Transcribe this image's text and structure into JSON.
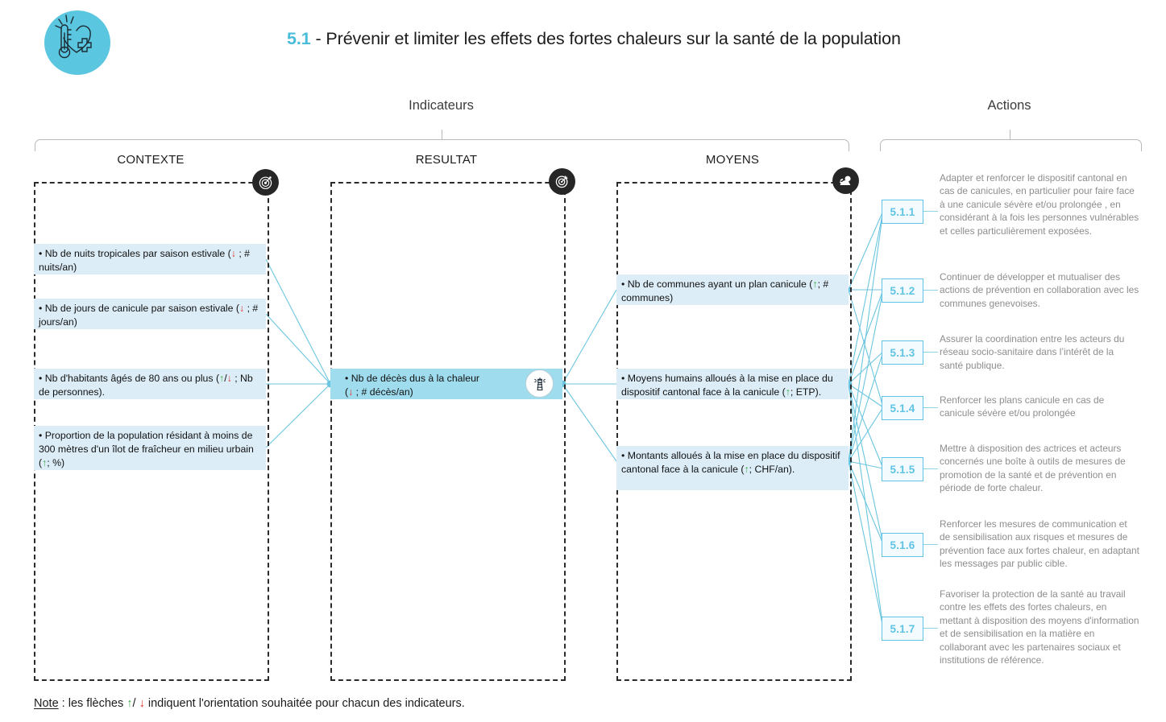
{
  "header": {
    "title_number": "5.1",
    "title_rest": " - Prévenir et limiter les effets des fortes chaleurs sur la santé de la population",
    "logo_icon": "thermometer-heart-sun-icon"
  },
  "groups": {
    "indicateurs_label": "Indicateurs",
    "actions_label": "Actions"
  },
  "columns": [
    {
      "key": "contexte",
      "title": "CONTEXTE",
      "icon": "radar-target-icon",
      "cells": [
        {
          "text": "• Nb de nuits tropicales par saison estivale (↓ ; # nuits/an)",
          "arrow": "down"
        },
        {
          "text": "• Nb de jours de canicule par saison estivale (↓ ; # jours/an)",
          "arrow": "down"
        },
        {
          "text": "• Nb d'habitants âgés de 80 ans ou plus (↑/↓ ; Nb de personnes).",
          "arrow": "up-down"
        },
        {
          "text": "• Proportion de la population résidant à moins de 300 mètres d'un îlot de fraîcheur en milieu urbain (↑; %)",
          "arrow": "up"
        }
      ]
    },
    {
      "key": "resultat",
      "title": "RESULTAT",
      "icon": "bullseye-target-icon",
      "badge_icon": "lighthouse-icon",
      "cells": [
        {
          "text": "• Nb de décès dus à la chaleur (↓ ; # décès/an)",
          "arrow": "down"
        }
      ]
    },
    {
      "key": "moyens",
      "title": "MOYENS",
      "icon": "megaphone-person-icon",
      "cells": [
        {
          "text": "• Nb de communes ayant un plan canicule (↑; # communes)",
          "arrow": "up"
        },
        {
          "text": "• Moyens humains alloués à la mise en place du dispositif cantonal face à la canicule (↑; ETP).",
          "arrow": "up"
        },
        {
          "text": "• Montants alloués à la mise en place du dispositif cantonal face à la canicule (↑; CHF/an).",
          "arrow": "up"
        }
      ]
    }
  ],
  "actions": [
    {
      "code": "5.1.1",
      "text": "Adapter et renforcer le dispositif cantonal en cas de canicules, en particulier pour faire face à une canicule sévère et/ou prolongée , en considérant à la fois les personnes vulnérables et celles particulièrement exposées."
    },
    {
      "code": "5.1.2",
      "text": "Continuer de développer et mutualiser des actions de prévention en collaboration avec les communes genevoises."
    },
    {
      "code": "5.1.3",
      "text": "Assurer la coordination entre les acteurs du réseau socio-sanitaire dans l’intérêt de la santé publique."
    },
    {
      "code": "5.1.4",
      "text": "Renforcer les plans canicule en cas de canicule sévère et/ou prolongée"
    },
    {
      "code": "5.1.5",
      "text": "Mettre à disposition des actrices et acteurs concernés une boîte à outils de mesures de promotion de la santé et de prévention en période de forte chaleur."
    },
    {
      "code": "5.1.6",
      "text": "Renforcer les mesures de communication et de sensibilisation aux risques et mesures de prévention face aux fortes chaleur, en adaptant les messages par public cible."
    },
    {
      "code": "5.1.7",
      "text": "Favoriser la protection de la santé au travail contre les effets des fortes chaleurs, en mettant à disposition des moyens d'information et de sensibilisation en la matière en collaborant avec les partenaires sociaux et institutions de référence."
    }
  ],
  "note": {
    "label": "Note",
    "rest_a": " : les flèches ",
    "up": "↑",
    "slash": "/ ",
    "down": "↓",
    "rest_b": " indiquent l'orientation souhaitée pour chacun des indicateurs."
  },
  "colors": {
    "accent": "#5fc3e4",
    "cell_light": "#dcedf7",
    "cell_strong": "#9fdcee",
    "arrow_up": "#3faa4b",
    "arrow_down": "#e23127",
    "link": "#6cc6e0",
    "action_text": "#8d8d8d"
  }
}
